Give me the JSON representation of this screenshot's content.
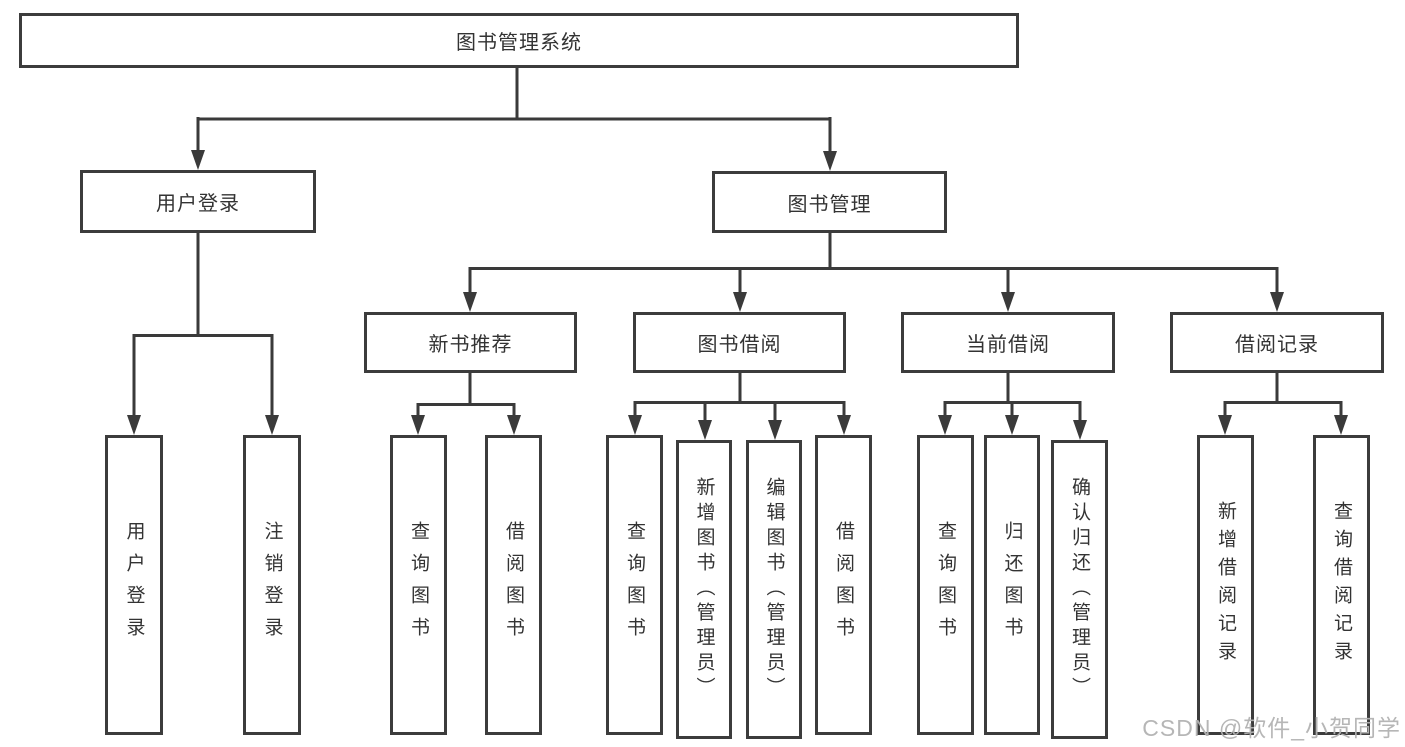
{
  "tree": {
    "root": "图书管理系统",
    "branches": [
      {
        "label": "用户登录",
        "children": [
          "用户登录",
          "注销登录"
        ]
      },
      {
        "label": "图书管理",
        "sections": [
          {
            "label": "新书推荐",
            "children": [
              "查询图书",
              "借阅图书"
            ]
          },
          {
            "label": "图书借阅",
            "children": [
              "查询图书",
              "新增图书（管理员）",
              "编辑图书（管理员）",
              "借阅图书"
            ]
          },
          {
            "label": "当前借阅",
            "children": [
              "查询图书",
              "归还图书",
              "确认归还（管理员）"
            ]
          },
          {
            "label": "借阅记录",
            "children": [
              "新增借阅记录",
              "查询借阅记录"
            ]
          }
        ]
      }
    ]
  },
  "watermark": "CSDN @软件_小贺同学",
  "colors": {
    "line": "#3a3a3a",
    "border": "#3c3c3c",
    "text": "#333333",
    "watermark": "#b2b2b2"
  }
}
